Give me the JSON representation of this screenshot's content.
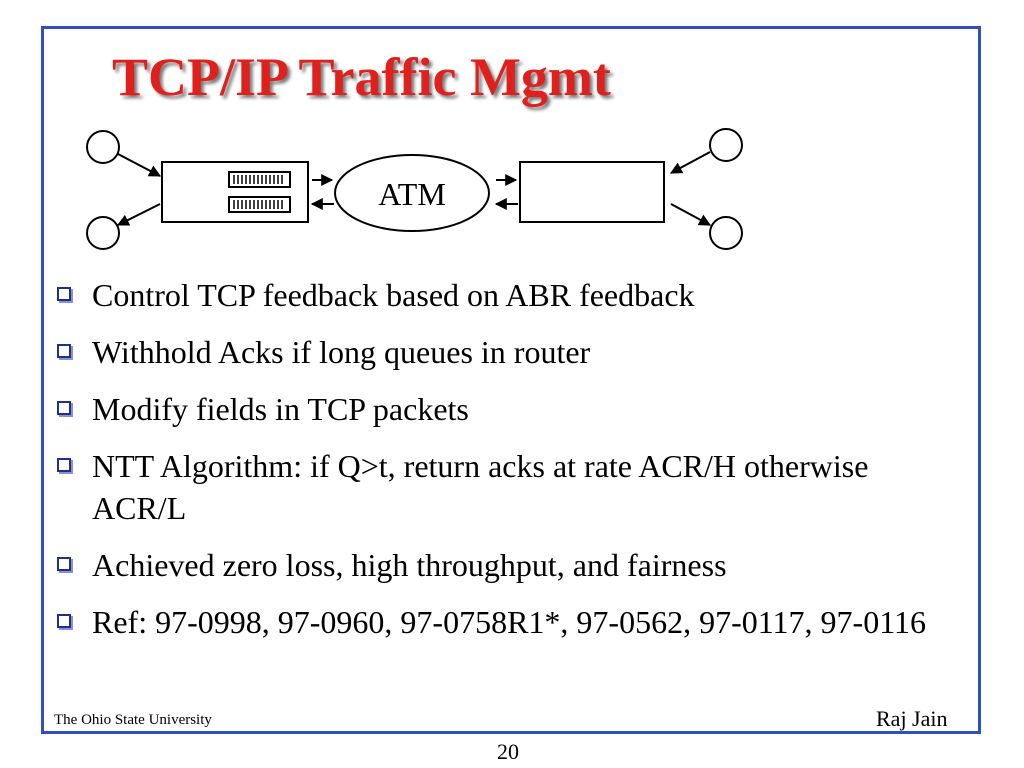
{
  "slide": {
    "title": "TCP/IP Traffic Mgmt",
    "footer_left": "The Ohio State University",
    "footer_right": "Raj Jain",
    "page_number": "20"
  },
  "diagram": {
    "center_label": "ATM"
  },
  "bullets": [
    {
      "text": "Control TCP feedback based on ABR feedback",
      "icon": "square-bullet-icon"
    },
    {
      "text": "Withhold Acks if long queues in router",
      "icon": "square-bullet-icon"
    },
    {
      "text": "Modify fields in TCP packets",
      "icon": "square-bullet-icon"
    },
    {
      "text": "NTT Algorithm: if Q>t, return acks at rate ACR/H otherwise ACR/L",
      "icon": "square-bullet-icon"
    },
    {
      "text": "Achieved zero loss, high throughput, and fairness",
      "icon": "square-bullet-icon"
    },
    {
      "text": "Ref: 97-0998, 97-0960, 97-0758R1*, 97-0562, 97-0117, 97-0116",
      "icon": "square-bullet-icon"
    }
  ],
  "colors": {
    "title": "#e0201c",
    "frame": "#2f4fc4",
    "bullet": "#1d2f95"
  }
}
